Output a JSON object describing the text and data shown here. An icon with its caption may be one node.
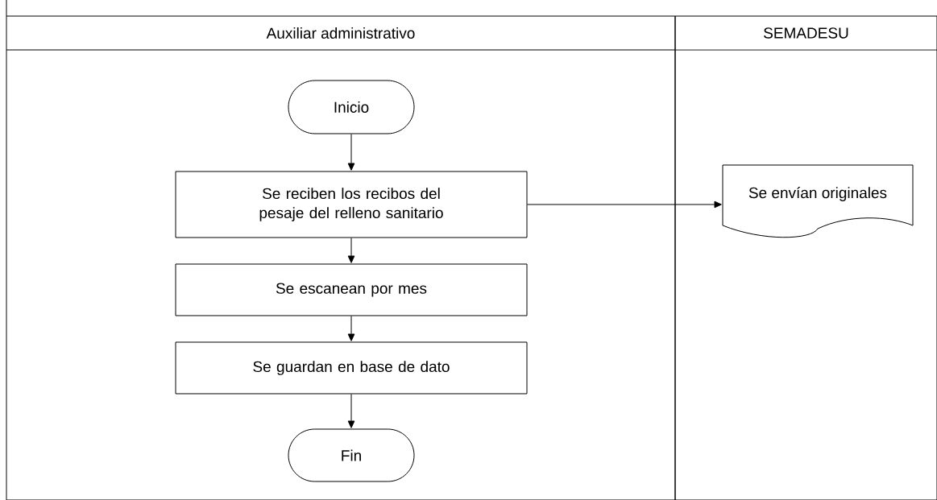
{
  "diagram": {
    "nodes": [
      {
        "text": [
          "Auxiliar administrativo"
        ]
      },
      {
        "text": [
          "SEMADESU"
        ]
      },
      {
        "text": [
          "Inicio"
        ],
        "in": 0
      },
      {
        "text": [
          "Se reciben los recibos del pesaje del relleno sanitario"
        ],
        "in": 0
      },
      {
        "text": [
          "Se escanean por mes"
        ],
        "in": 0
      },
      {
        "text": [
          "Se guardan en base de dato"
        ],
        "in": 0
      },
      {
        "text": [
          "Fin"
        ],
        "in": 0
      },
      {
        "text": [
          "Se envían originales"
        ],
        "in": 1
      }
    ],
    "edges": [
      {
        "from": 2,
        "to": 3,
        "arrow": "to"
      },
      {
        "from": 3,
        "to": 4,
        "arrow": "to"
      },
      {
        "from": 4,
        "to": 5,
        "arrow": "to"
      },
      {
        "from": 5,
        "to": 6,
        "arrow": "to"
      },
      {
        "from": 3,
        "to": 7,
        "arrow": "to"
      }
    ]
  }
}
